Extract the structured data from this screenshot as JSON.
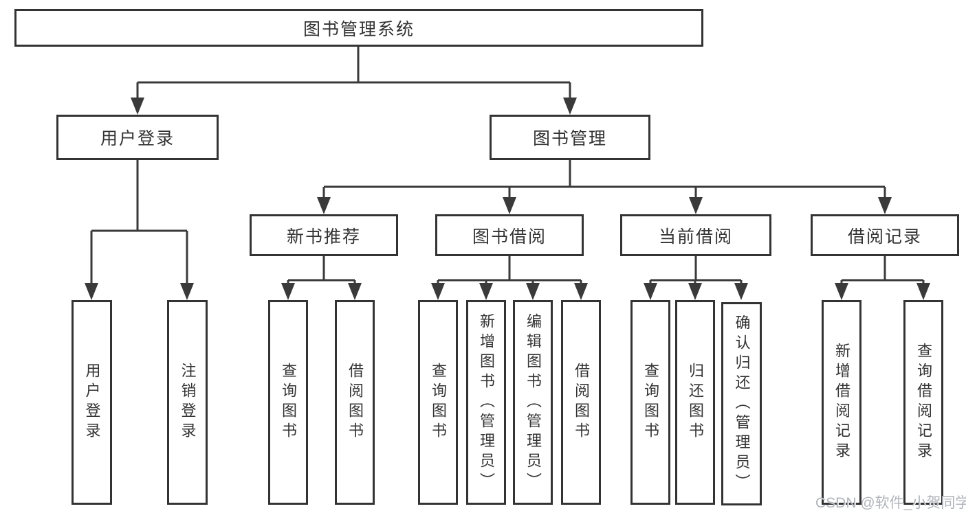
{
  "title": "图书管理系统",
  "watermark": {
    "text": "CSDN @软件_小贺同学"
  },
  "colors": {
    "line": "#3a3a3a",
    "border": "#333333",
    "text": "#333333",
    "watermark": "#b0b4ba",
    "background": "#ffffff"
  },
  "tree": {
    "root": {
      "id": "library-management-system",
      "label": "图书管理系统"
    },
    "children": [
      {
        "id": "user-login",
        "label": "用户登录",
        "children": [
          {
            "id": "user-login-action",
            "label": "用户登录"
          },
          {
            "id": "logout",
            "label": "注销登录"
          }
        ]
      },
      {
        "id": "book-management",
        "label": "图书管理",
        "children": [
          {
            "id": "new-book-recommendation",
            "label": "新书推荐",
            "children": [
              {
                "id": "query-books",
                "label": "查询图书"
              },
              {
                "id": "borrow-books",
                "label": "借阅图书"
              }
            ]
          },
          {
            "id": "book-borrowing",
            "label": "图书借阅",
            "children": [
              {
                "id": "query-books",
                "label": "查询图书"
              },
              {
                "id": "add-books-admin",
                "label": "新增图书（管理员）"
              },
              {
                "id": "edit-books-admin",
                "label": "编辑图书（管理员）"
              },
              {
                "id": "borrow-books",
                "label": "借阅图书"
              }
            ]
          },
          {
            "id": "current-borrowing",
            "label": "当前借阅",
            "children": [
              {
                "id": "query-books",
                "label": "查询图书"
              },
              {
                "id": "return-books",
                "label": "归还图书"
              },
              {
                "id": "confirm-return-admin",
                "label": "确认归还（管理员）"
              }
            ]
          },
          {
            "id": "borrowing-records",
            "label": "借阅记录",
            "children": [
              {
                "id": "add-borrowing-record",
                "label": "新增借阅记录"
              },
              {
                "id": "query-borrowing-record",
                "label": "查询借阅记录"
              }
            ]
          }
        ]
      }
    ]
  }
}
